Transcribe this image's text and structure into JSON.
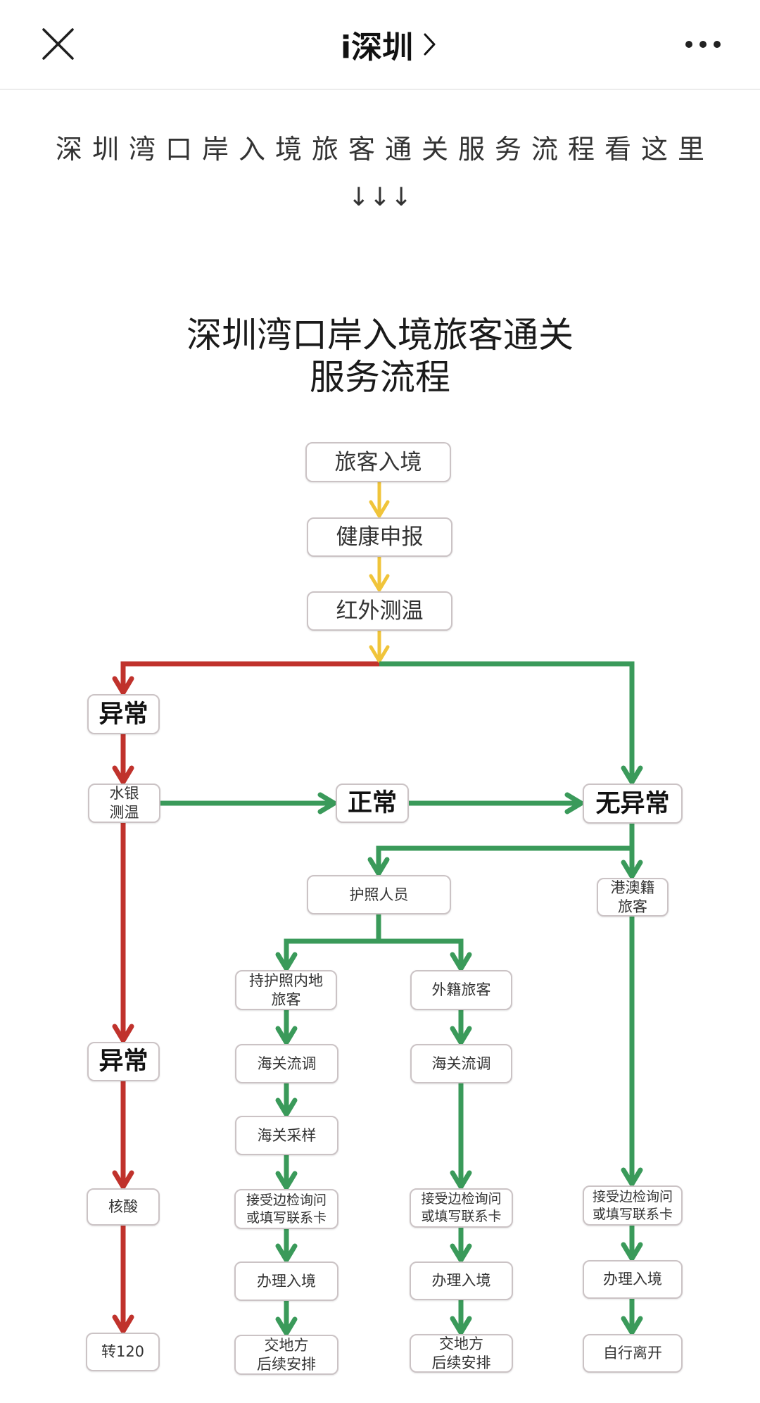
{
  "header": {
    "title": "i深圳",
    "close_icon": "close-icon",
    "title_chevron_icon": "chevron-right-icon",
    "more_icon": "more-dots-icon"
  },
  "article": {
    "intro": "深圳湾口岸入境旅客通关服务流程看这里",
    "pointer_arrows": "↓↓↓"
  },
  "diagram": {
    "title_line1": "深圳湾口岸入境旅客通关",
    "title_line2": "服务流程",
    "colors": {
      "initial": "#f0c43a",
      "abnormal": "#c0322c",
      "normal": "#3a9a5a"
    },
    "nodes": [
      {
        "id": "travelers-entry",
        "label": "旅客入境"
      },
      {
        "id": "health-declaration",
        "label": "健康申报"
      },
      {
        "id": "infrared-temp",
        "label": "红外测温"
      },
      {
        "id": "abnormal-1",
        "label": "异常"
      },
      {
        "id": "mercury-temp",
        "label": "水银\n测温"
      },
      {
        "id": "normal",
        "label": "正常"
      },
      {
        "id": "no-abnormality",
        "label": "无异常"
      },
      {
        "id": "abnormal-2",
        "label": "异常"
      },
      {
        "id": "nucleic-acid",
        "label": "核酸"
      },
      {
        "id": "transfer-120",
        "label": "转120"
      },
      {
        "id": "passport-holders",
        "label": "护照人员"
      },
      {
        "id": "hk-macao",
        "label": "港澳籍\n旅客"
      },
      {
        "id": "mainland-passport",
        "label": "持护照内地\n旅客"
      },
      {
        "id": "foreign",
        "label": "外籍旅客"
      },
      {
        "id": "customs-survey-1",
        "label": "海关流调"
      },
      {
        "id": "customs-sampling",
        "label": "海关采样"
      },
      {
        "id": "border-inquiry-1",
        "label": "接受边检询问\n或填写联系卡"
      },
      {
        "id": "entry-1",
        "label": "办理入境"
      },
      {
        "id": "local-arrangement-1",
        "label": "交地方\n后续安排"
      },
      {
        "id": "customs-survey-2",
        "label": "海关流调"
      },
      {
        "id": "border-inquiry-2",
        "label": "接受边检询问\n或填写联系卡"
      },
      {
        "id": "entry-2",
        "label": "办理入境"
      },
      {
        "id": "local-arrangement-2",
        "label": "交地方\n后续安排"
      },
      {
        "id": "border-inquiry-3",
        "label": "接受边检询问\n或填写联系卡"
      },
      {
        "id": "entry-3",
        "label": "办理入境"
      },
      {
        "id": "leave",
        "label": "自行离开"
      }
    ],
    "edges": [
      {
        "from": "travelers-entry",
        "to": "health-declaration",
        "kind": "initial"
      },
      {
        "from": "health-declaration",
        "to": "infrared-temp",
        "kind": "initial"
      },
      {
        "from": "infrared-temp",
        "to": "abnormal-1",
        "kind": "abnormal"
      },
      {
        "from": "infrared-temp",
        "to": "no-abnormality",
        "kind": "normal"
      },
      {
        "from": "abnormal-1",
        "to": "mercury-temp",
        "kind": "abnormal"
      },
      {
        "from": "mercury-temp",
        "to": "normal",
        "kind": "normal"
      },
      {
        "from": "normal",
        "to": "no-abnormality",
        "kind": "normal"
      },
      {
        "from": "mercury-temp",
        "to": "abnormal-2",
        "kind": "abnormal"
      },
      {
        "from": "abnormal-2",
        "to": "nucleic-acid",
        "kind": "abnormal"
      },
      {
        "from": "nucleic-acid",
        "to": "transfer-120",
        "kind": "abnormal"
      },
      {
        "from": "no-abnormality",
        "to": "passport-holders",
        "kind": "normal"
      },
      {
        "from": "no-abnormality",
        "to": "hk-macao",
        "kind": "normal"
      },
      {
        "from": "passport-holders",
        "to": "mainland-passport",
        "kind": "normal"
      },
      {
        "from": "passport-holders",
        "to": "foreign",
        "kind": "normal"
      },
      {
        "from": "mainland-passport",
        "to": "customs-survey-1",
        "kind": "normal"
      },
      {
        "from": "customs-survey-1",
        "to": "customs-sampling",
        "kind": "normal"
      },
      {
        "from": "customs-sampling",
        "to": "border-inquiry-1",
        "kind": "normal"
      },
      {
        "from": "border-inquiry-1",
        "to": "entry-1",
        "kind": "normal"
      },
      {
        "from": "entry-1",
        "to": "local-arrangement-1",
        "kind": "normal"
      },
      {
        "from": "foreign",
        "to": "customs-survey-2",
        "kind": "normal"
      },
      {
        "from": "customs-survey-2",
        "to": "border-inquiry-2",
        "kind": "normal"
      },
      {
        "from": "border-inquiry-2",
        "to": "entry-2",
        "kind": "normal"
      },
      {
        "from": "entry-2",
        "to": "local-arrangement-2",
        "kind": "normal"
      },
      {
        "from": "hk-macao",
        "to": "border-inquiry-3",
        "kind": "normal"
      },
      {
        "from": "border-inquiry-3",
        "to": "entry-3",
        "kind": "normal"
      },
      {
        "from": "entry-3",
        "to": "leave",
        "kind": "normal"
      }
    ]
  }
}
